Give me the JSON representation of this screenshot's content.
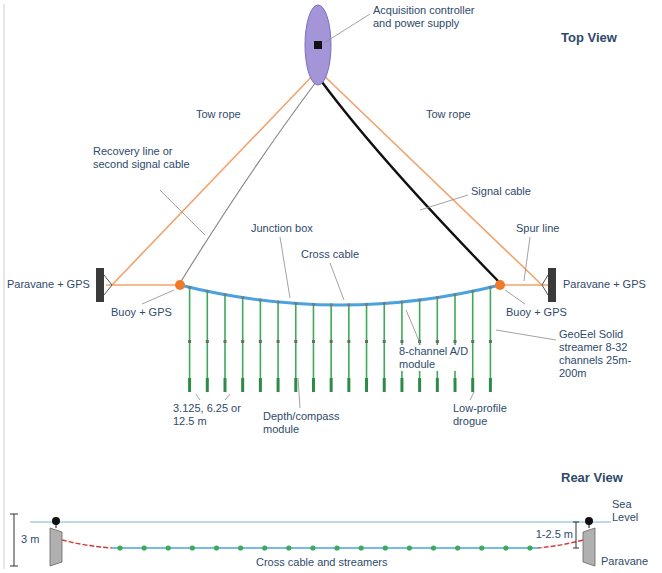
{
  "diagram": {
    "labels": [
      "Acquisition controller and power supply",
      "Top View",
      "Tow rope",
      "Tow rope",
      "Recovery line or second signal cable",
      "Signal cable",
      "Spur line",
      "Junction box",
      "Cross cable",
      "Paravane + GPS",
      "Paravane + GPS",
      "Buoy + GPS",
      "Buoy + GPS",
      "GeoEel Solid streamer 8-32 channels 25m-200m",
      "3.125, 6.25 or 12.5 m",
      "Depth/compass module",
      "8-channel A/D module",
      "Low-profile drogue",
      "Rear View",
      "3 m",
      "Sea Level",
      "1-2.5 m",
      "Cross cable and streamers",
      "Paravane"
    ]
  }
}
